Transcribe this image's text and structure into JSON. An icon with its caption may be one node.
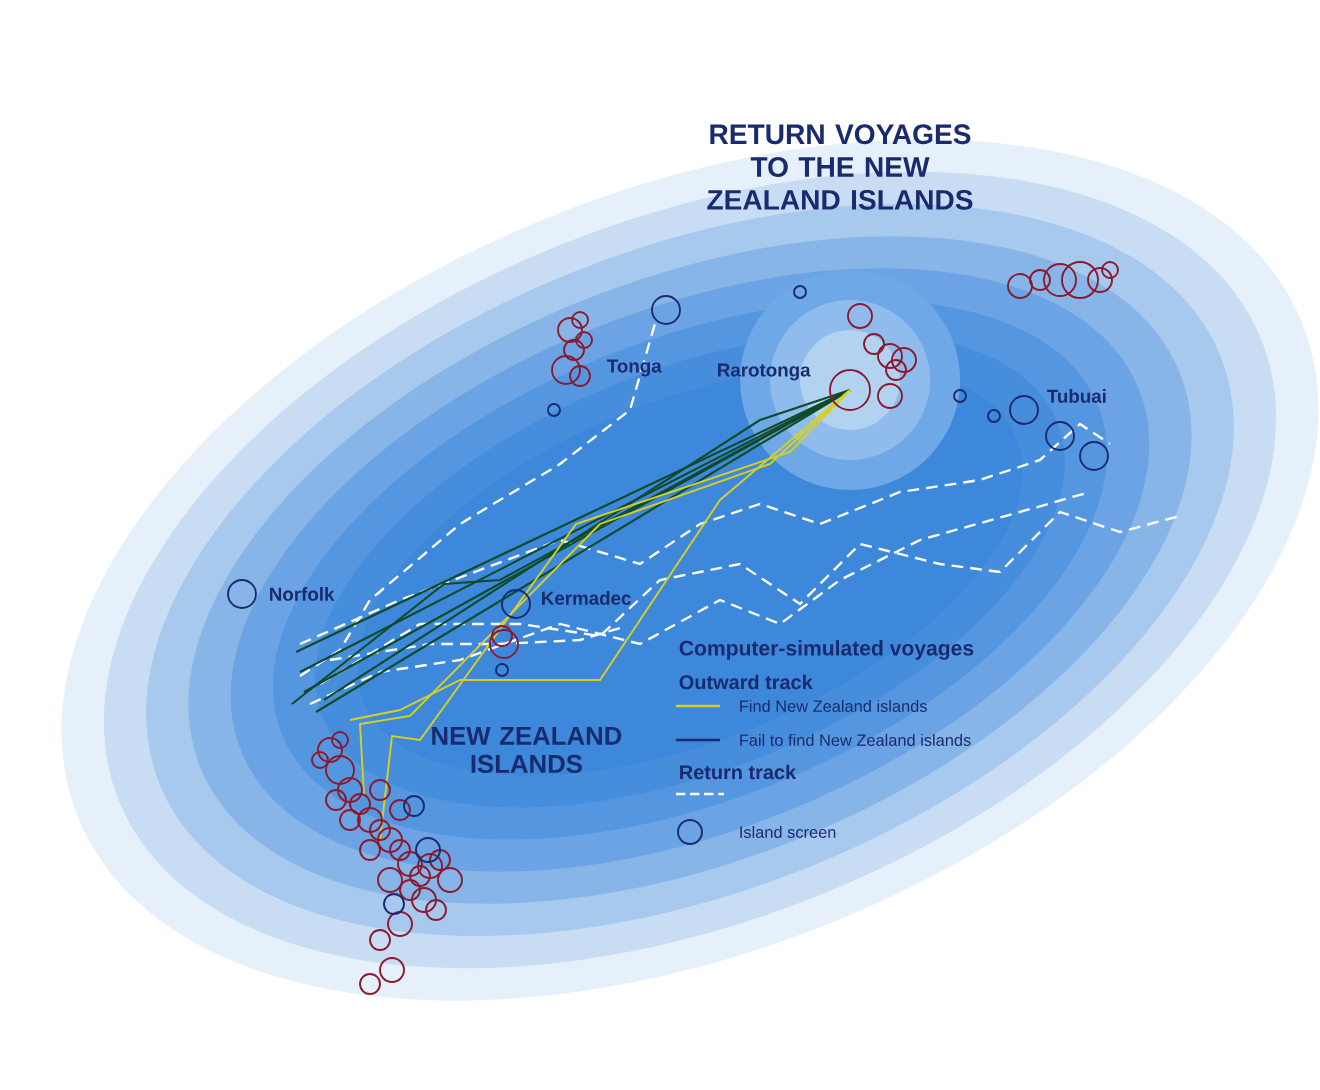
{
  "diagram": {
    "title": "RETURN VOYAGES TO THE NEW ZEALAND ISLANDS",
    "labels": [
      "Tonga",
      "Rarotonga",
      "Tubuai",
      "Norfolk",
      "Kermadec",
      "NEW ZEALAND ISLANDS",
      "Computer-simulated voyages",
      "Outward track"
    ],
    "legend": [
      {
        "text": "Find New Zealand islands"
      },
      {
        "text": "Fail to find New Zealand islands"
      },
      {
        "text": "Return track"
      },
      {
        "text": "Island screen"
      }
    ]
  }
}
